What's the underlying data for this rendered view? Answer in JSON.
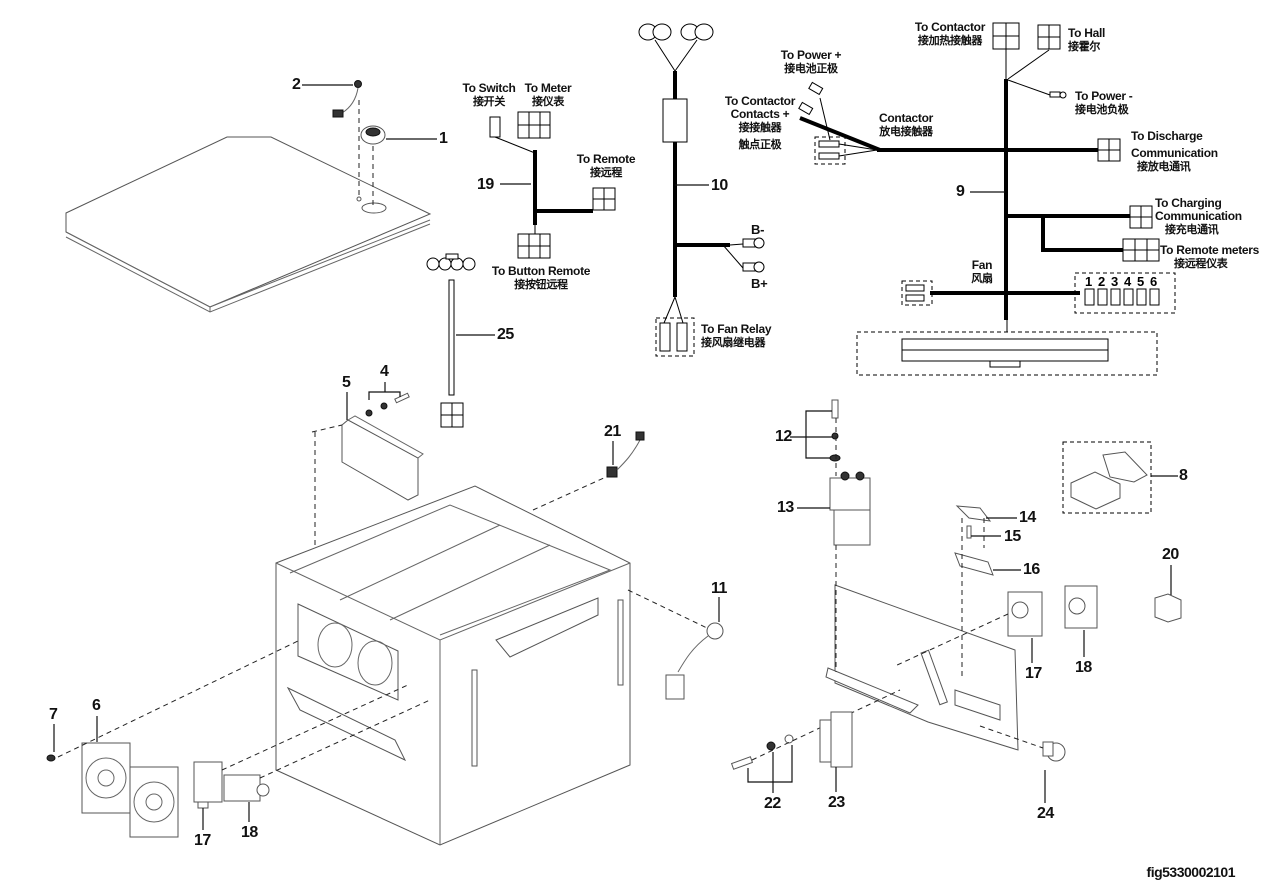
{
  "figure_id": "fig5330002101",
  "part_numbers": [
    "1",
    "2",
    "4",
    "5",
    "6",
    "7",
    "8",
    "9",
    "10",
    "11",
    "12",
    "13",
    "14",
    "15",
    "16",
    "17",
    "17",
    "18",
    "18",
    "19",
    "20",
    "21",
    "22",
    "23",
    "24",
    "25"
  ],
  "harness_19": {
    "callout": "19",
    "to_switch": {
      "en": "To Switch",
      "zh": "接开关"
    },
    "to_meter": {
      "en": "To Meter",
      "zh": "接仪表"
    },
    "to_remote": {
      "en": "To Remote",
      "zh": "接远程"
    },
    "to_button_remote": {
      "en": "To Button Remote",
      "zh": "接按钮远程"
    }
  },
  "harness_10": {
    "callout": "10",
    "b_minus": "B-",
    "b_plus": "B+",
    "to_fan_relay": {
      "en": "To Fan Relay",
      "zh": "接风扇继电器"
    }
  },
  "harness_9": {
    "callout": "9",
    "to_power_plus": {
      "en": "To Power +",
      "zh": "接电池正极"
    },
    "to_contactor_contacts_plus": {
      "en1": "To Contactor",
      "en2": "Contacts +",
      "zh1": "接接触器",
      "zh2": "触点正极"
    },
    "contactor": {
      "en": "Contactor",
      "zh": "放电接触器"
    },
    "to_contactor_heat": {
      "en": "To Contactor",
      "zh": "接加热接触器"
    },
    "to_hall": {
      "en": "To Hall",
      "zh": "接霍尔"
    },
    "to_power_minus": {
      "en": "To Power -",
      "zh": "接电池负极"
    },
    "to_discharge_comm": {
      "en1": "To Discharge",
      "en2": "Communication",
      "zh": "接放电通讯"
    },
    "to_charging_comm": {
      "en1": "To Charging",
      "en2": "Communication",
      "zh": "接充电通讯"
    },
    "to_remote_meters": {
      "en": "To Remote meters",
      "zh": "接远程仪表"
    },
    "fan": {
      "en": "Fan",
      "zh": "风扇"
    },
    "pin_numbers": [
      "1",
      "2",
      "3",
      "4",
      "5",
      "6"
    ]
  },
  "callouts": {
    "c1": "1",
    "c2": "2",
    "c4": "4",
    "c5": "5",
    "c6": "6",
    "c7": "7",
    "c8": "8",
    "c11": "11",
    "c12": "12",
    "c13": "13",
    "c14": "14",
    "c15": "15",
    "c16": "16",
    "c17a": "17",
    "c17b": "17",
    "c18a": "18",
    "c18b": "18",
    "c20": "20",
    "c21": "21",
    "c22": "22",
    "c23": "23",
    "c24": "24",
    "c25": "25"
  }
}
